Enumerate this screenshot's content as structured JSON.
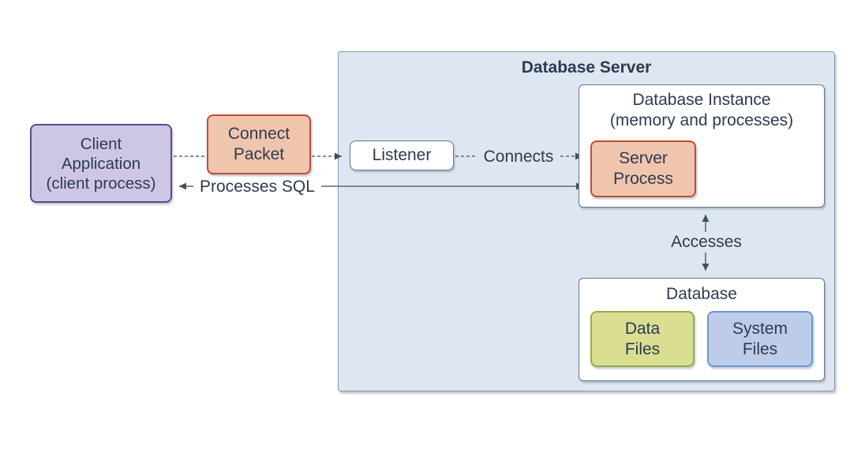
{
  "diagram_title": "Database Server",
  "nodes": {
    "client_application": {
      "lines": [
        "Client",
        "Application",
        "(client process)"
      ]
    },
    "connect_packet": {
      "lines": [
        "Connect",
        "Packet"
      ]
    },
    "listener": {
      "label": "Listener"
    },
    "database_instance": {
      "title_lines": [
        "Database Instance",
        "(memory and processes)"
      ]
    },
    "server_process": {
      "lines": [
        "Server",
        "Process"
      ]
    },
    "database": {
      "title": "Database"
    },
    "data_files": {
      "lines": [
        "Data",
        "Files"
      ]
    },
    "system_files": {
      "lines": [
        "System",
        "Files"
      ]
    }
  },
  "edge_labels": {
    "connects": "Connects",
    "processes_sql": "Processes SQL",
    "accesses": "Accesses"
  },
  "colors": {
    "container_fill": "#dee7f1",
    "container_border": "#8495a7",
    "client_fill": "#cdc7e5",
    "client_border": "#5a4b8e",
    "packet_fill": "#f0c5ae",
    "packet_border": "#c24b34",
    "white_box_border": "#647687",
    "data_files_fill": "#d9de91",
    "data_files_border": "#9aab49",
    "system_files_fill": "#bdcce9",
    "system_files_border": "#6e96ce",
    "text": "#2e3a4f",
    "line": "#5c6976",
    "arrow": "#414e5c"
  }
}
